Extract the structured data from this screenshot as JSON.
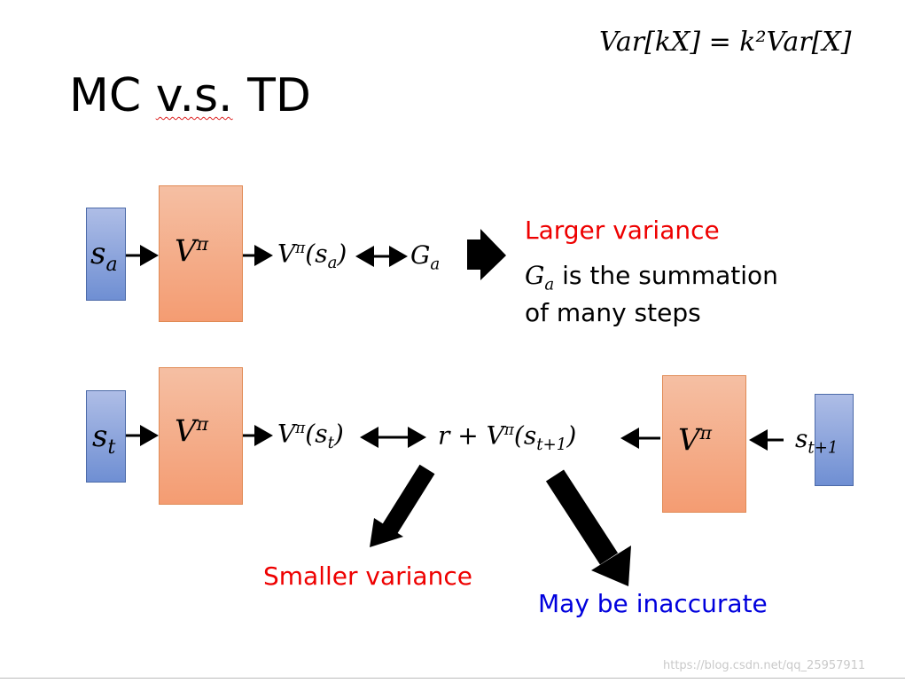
{
  "title": {
    "prefix": "MC ",
    "vs": "v.s.",
    "suffix": " TD"
  },
  "formula": "Var[kX] = k²Var[X]",
  "mc_row": {
    "input_base": "s",
    "input_sub": "a",
    "model_base": "V",
    "model_sup": "π",
    "output_base": "V",
    "output_sup": "π",
    "output_open": "(s",
    "output_sub": "a",
    "output_close": ")",
    "target_base": "G",
    "target_sub": "a",
    "note_title": "Larger variance",
    "note_line1_base": "G",
    "note_line1_sub": "a",
    "note_line1_rest": " is the summation",
    "note_line2": "of many steps"
  },
  "td_row": {
    "input_base": "s",
    "input_sub": "t",
    "model_base": "V",
    "model_sup": "π",
    "output_base": "V",
    "output_sup": "π",
    "output_open": "(s",
    "output_sub": "t",
    "output_close": ")",
    "target_prefix": "r + V",
    "target_sup": "π",
    "target_open": "(s",
    "target_sub": "t+1",
    "target_close": ")",
    "right_model_base": "V",
    "right_model_sup": "π",
    "right_input_base": "s",
    "right_input_sub": "t+1",
    "left_note": "Smaller variance",
    "right_note": "May be inaccurate"
  },
  "watermark": "https://blog.csdn.net/qq_25957911",
  "colors": {
    "red": "#ee0000",
    "blue": "#0000dd",
    "blue_box": "#8da5dd",
    "orange_box": "#f5ab86"
  }
}
